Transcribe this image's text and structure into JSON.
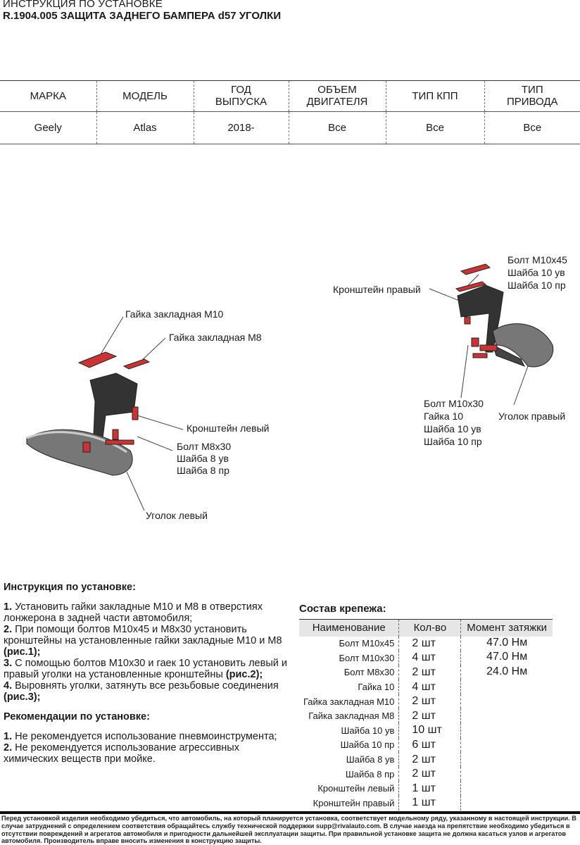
{
  "header": {
    "subtitle": "ИНСТРУКЦИЯ ПО УСТАНОВКЕ",
    "title": "R.1904.005 ЗАЩИТА ЗАДНЕГО БАМПЕРА d57 УГОЛКИ"
  },
  "spec": {
    "headers": [
      [
        "МАРКА",
        ""
      ],
      [
        "МОДЕЛЬ",
        ""
      ],
      [
        "ГОД",
        "ВЫПУСКА"
      ],
      [
        "ОБЪЕМ",
        "ДВИГАТЕЛЯ"
      ],
      [
        "ТИП КПП",
        ""
      ],
      [
        "ТИП",
        "ПРИВОДА"
      ]
    ],
    "values": [
      "Geely",
      "Atlas",
      "2018-",
      "Все",
      "Все",
      "Все"
    ]
  },
  "diagram_left": {
    "labels": [
      "Гайка закладная М10",
      "Гайка закладная М8",
      "Кронштейн левый",
      "Болт М8х30",
      "Шайба 8 ув",
      "Шайба 8 пр",
      "Уголок левый"
    ]
  },
  "diagram_right": {
    "labels": [
      "Болт М10х45",
      "Шайба 10 ув",
      "Шайба 10 пр",
      "Кронштейн правый",
      "Болт М10х30",
      "Гайка 10",
      "Шайба 10 ув",
      "Шайба 10 пр",
      "Уголок правый"
    ]
  },
  "instructions": {
    "title": "Инструкция по установке:",
    "steps": [
      {
        "num": "1.",
        "text": " Установить гайки закладные М10 и М8 в отверстиях лонжерона в задней части автомобиля;",
        "ref": ""
      },
      {
        "num": "2.",
        "text": " При помощи болтов М10х45 и М8х30 установить кронштейны на установленные гайки закладные М10 и М8 ",
        "ref": "(рис.1);"
      },
      {
        "num": "3.",
        "text": " С помощью болтов М10х30 и гаек 10 установить левый и правый уголки на установленные кронштейны ",
        "ref": "(рис.2);"
      },
      {
        "num": "4.",
        "text": " Выровнять уголки, затянуть все резьбовые соединения ",
        "ref": "(рис.3);"
      }
    ],
    "rec_title": "Рекомендации по установке:",
    "recs": [
      {
        "num": "1.",
        "text": " Не рекомендуется использование пневмоинструмента;"
      },
      {
        "num": "2.",
        "text": " Не рекомендуется использование агрессивных химических веществ при мойке."
      }
    ]
  },
  "fasteners": {
    "title": "Состав крепежа:",
    "headers": [
      "Наименование",
      "Кол-во",
      "Момент затяжки"
    ],
    "rows": [
      [
        "Болт М10х45",
        "2 шт",
        "47.0 Нм"
      ],
      [
        "Болт М10х30",
        "4 шт",
        "47.0 Нм"
      ],
      [
        "Болт М8х30",
        "2 шт",
        "24.0 Нм"
      ],
      [
        "Гайка 10",
        "4 шт",
        ""
      ],
      [
        "Гайка закладная М10",
        "2 шт",
        ""
      ],
      [
        "Гайка закладная М8",
        "2 шт",
        ""
      ],
      [
        "Шайба 10 ув",
        "10 шт",
        ""
      ],
      [
        "Шайба 10 пр",
        "6 шт",
        ""
      ],
      [
        "Шайба 8 ув",
        "2 шт",
        ""
      ],
      [
        "Шайба 8 пр",
        "2 шт",
        ""
      ],
      [
        "Кронштейн левый",
        "1 шт",
        ""
      ],
      [
        "Кронштейн правый",
        "1 шт",
        ""
      ]
    ]
  },
  "footer": "Перед установкой изделия необходимо убедиться, что автомобиль, на который планируется установка, соответствует модельному ряду, указанному в настоящей инструкции. В случае затруднений с определением соответствия обращайтесь службу технической поддержки supp@rivalauto.com. В случае наезда на препятствие необходимо убедиться в отсутствии повреждений и агрегатов автомобиля и пригодности дальнейшей эксплуатации защиты. При правильной установке защита не должна касаться узлов и агрегатов автомобиля. Производитель вправе вносить изменения в конструкцию защиты."
}
